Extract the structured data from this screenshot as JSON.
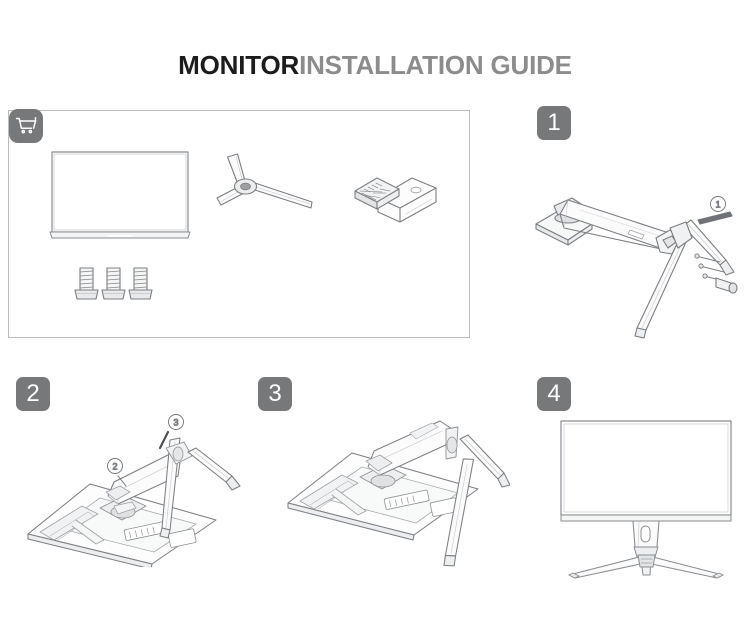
{
  "document": {
    "title_strong": "MONITOR",
    "title_light": "INSTALLATION GUIDE",
    "background_color": "#ffffff",
    "line_color": "#7c7f83",
    "badge_color": "#77787a",
    "box_border_color": "#b9bcc0"
  },
  "parts_box": {
    "badge_icon": "shopping-cart-icon",
    "items": [
      {
        "name": "monitor-panel",
        "label": ""
      },
      {
        "name": "stand-base",
        "label": ""
      },
      {
        "name": "stand-arm",
        "label": ""
      },
      {
        "name": "screws",
        "label": "",
        "count": "3"
      }
    ]
  },
  "steps": [
    {
      "number": "1",
      "name": "step-attach-arm-to-base",
      "callouts": [
        "①"
      ]
    },
    {
      "number": "2",
      "name": "step-align-stand-to-monitor",
      "callouts": [
        "②",
        "③"
      ]
    },
    {
      "number": "3",
      "name": "step-stand-secured",
      "callouts": []
    },
    {
      "number": "4",
      "name": "step-monitor-upright",
      "callouts": []
    }
  ]
}
